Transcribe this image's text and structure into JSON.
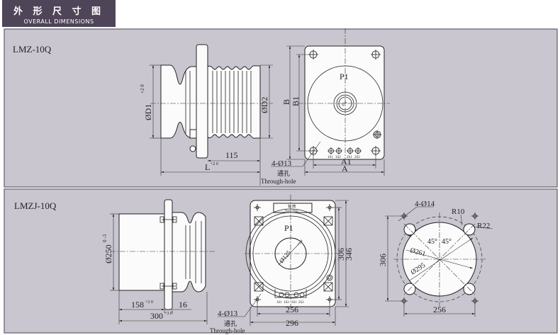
{
  "header": {
    "title_cn": "外 形 尺 寸 图",
    "title_en": "OVERALL DIMENSIONS"
  },
  "colors": {
    "header_bg": "#4f4559",
    "panel_bg": "#c9c6d0"
  },
  "lmz": {
    "model": "LMZ-10Q",
    "d1": "ØD1",
    "d1_tol": "+2 0",
    "d2": "ØD2",
    "dim_115": "115",
    "dim_l": "L",
    "dim_l_tol": "+2 0",
    "p1": "P1",
    "center_label": "Ø4",
    "b": "B",
    "b1": "B1",
    "a": "A",
    "a1": "A1",
    "holes": "4-Ø13",
    "through_cn": "通孔",
    "through_en": "Through-hole",
    "terminals": [
      "1S1",
      "1S2",
      "2S1",
      "2S2"
    ]
  },
  "lmzj": {
    "model": "LMZJ-10Q",
    "d250": "Ø250",
    "d250_tol": "0 -3",
    "dim_158": "158",
    "dim_158_tol": "+2 0",
    "dim_16": "16",
    "dim_300": "300",
    "dim_300_tol": "+3 0",
    "nameplate_cn": "铭 牌",
    "nameplate_en": "Name Plate",
    "p1": "P1",
    "d125": "Ø125",
    "d125_tol": "+1 0",
    "dim_306": "306",
    "dim_346": "346",
    "dim_256": "256",
    "dim_296": "296",
    "holes": "4-Ø13",
    "through_cn": "通孔",
    "through_en": "Through-hole",
    "terminals": [
      "1S1",
      "1S2",
      "2S1",
      "2S2"
    ],
    "flange": {
      "holes": "4-Ø14",
      "r10": "R10",
      "r22": "R22",
      "angle1": "45°",
      "angle2": "45°",
      "d261": "Ø261",
      "d295": "Ø295",
      "dim_306": "306",
      "dim_256": "256"
    }
  }
}
